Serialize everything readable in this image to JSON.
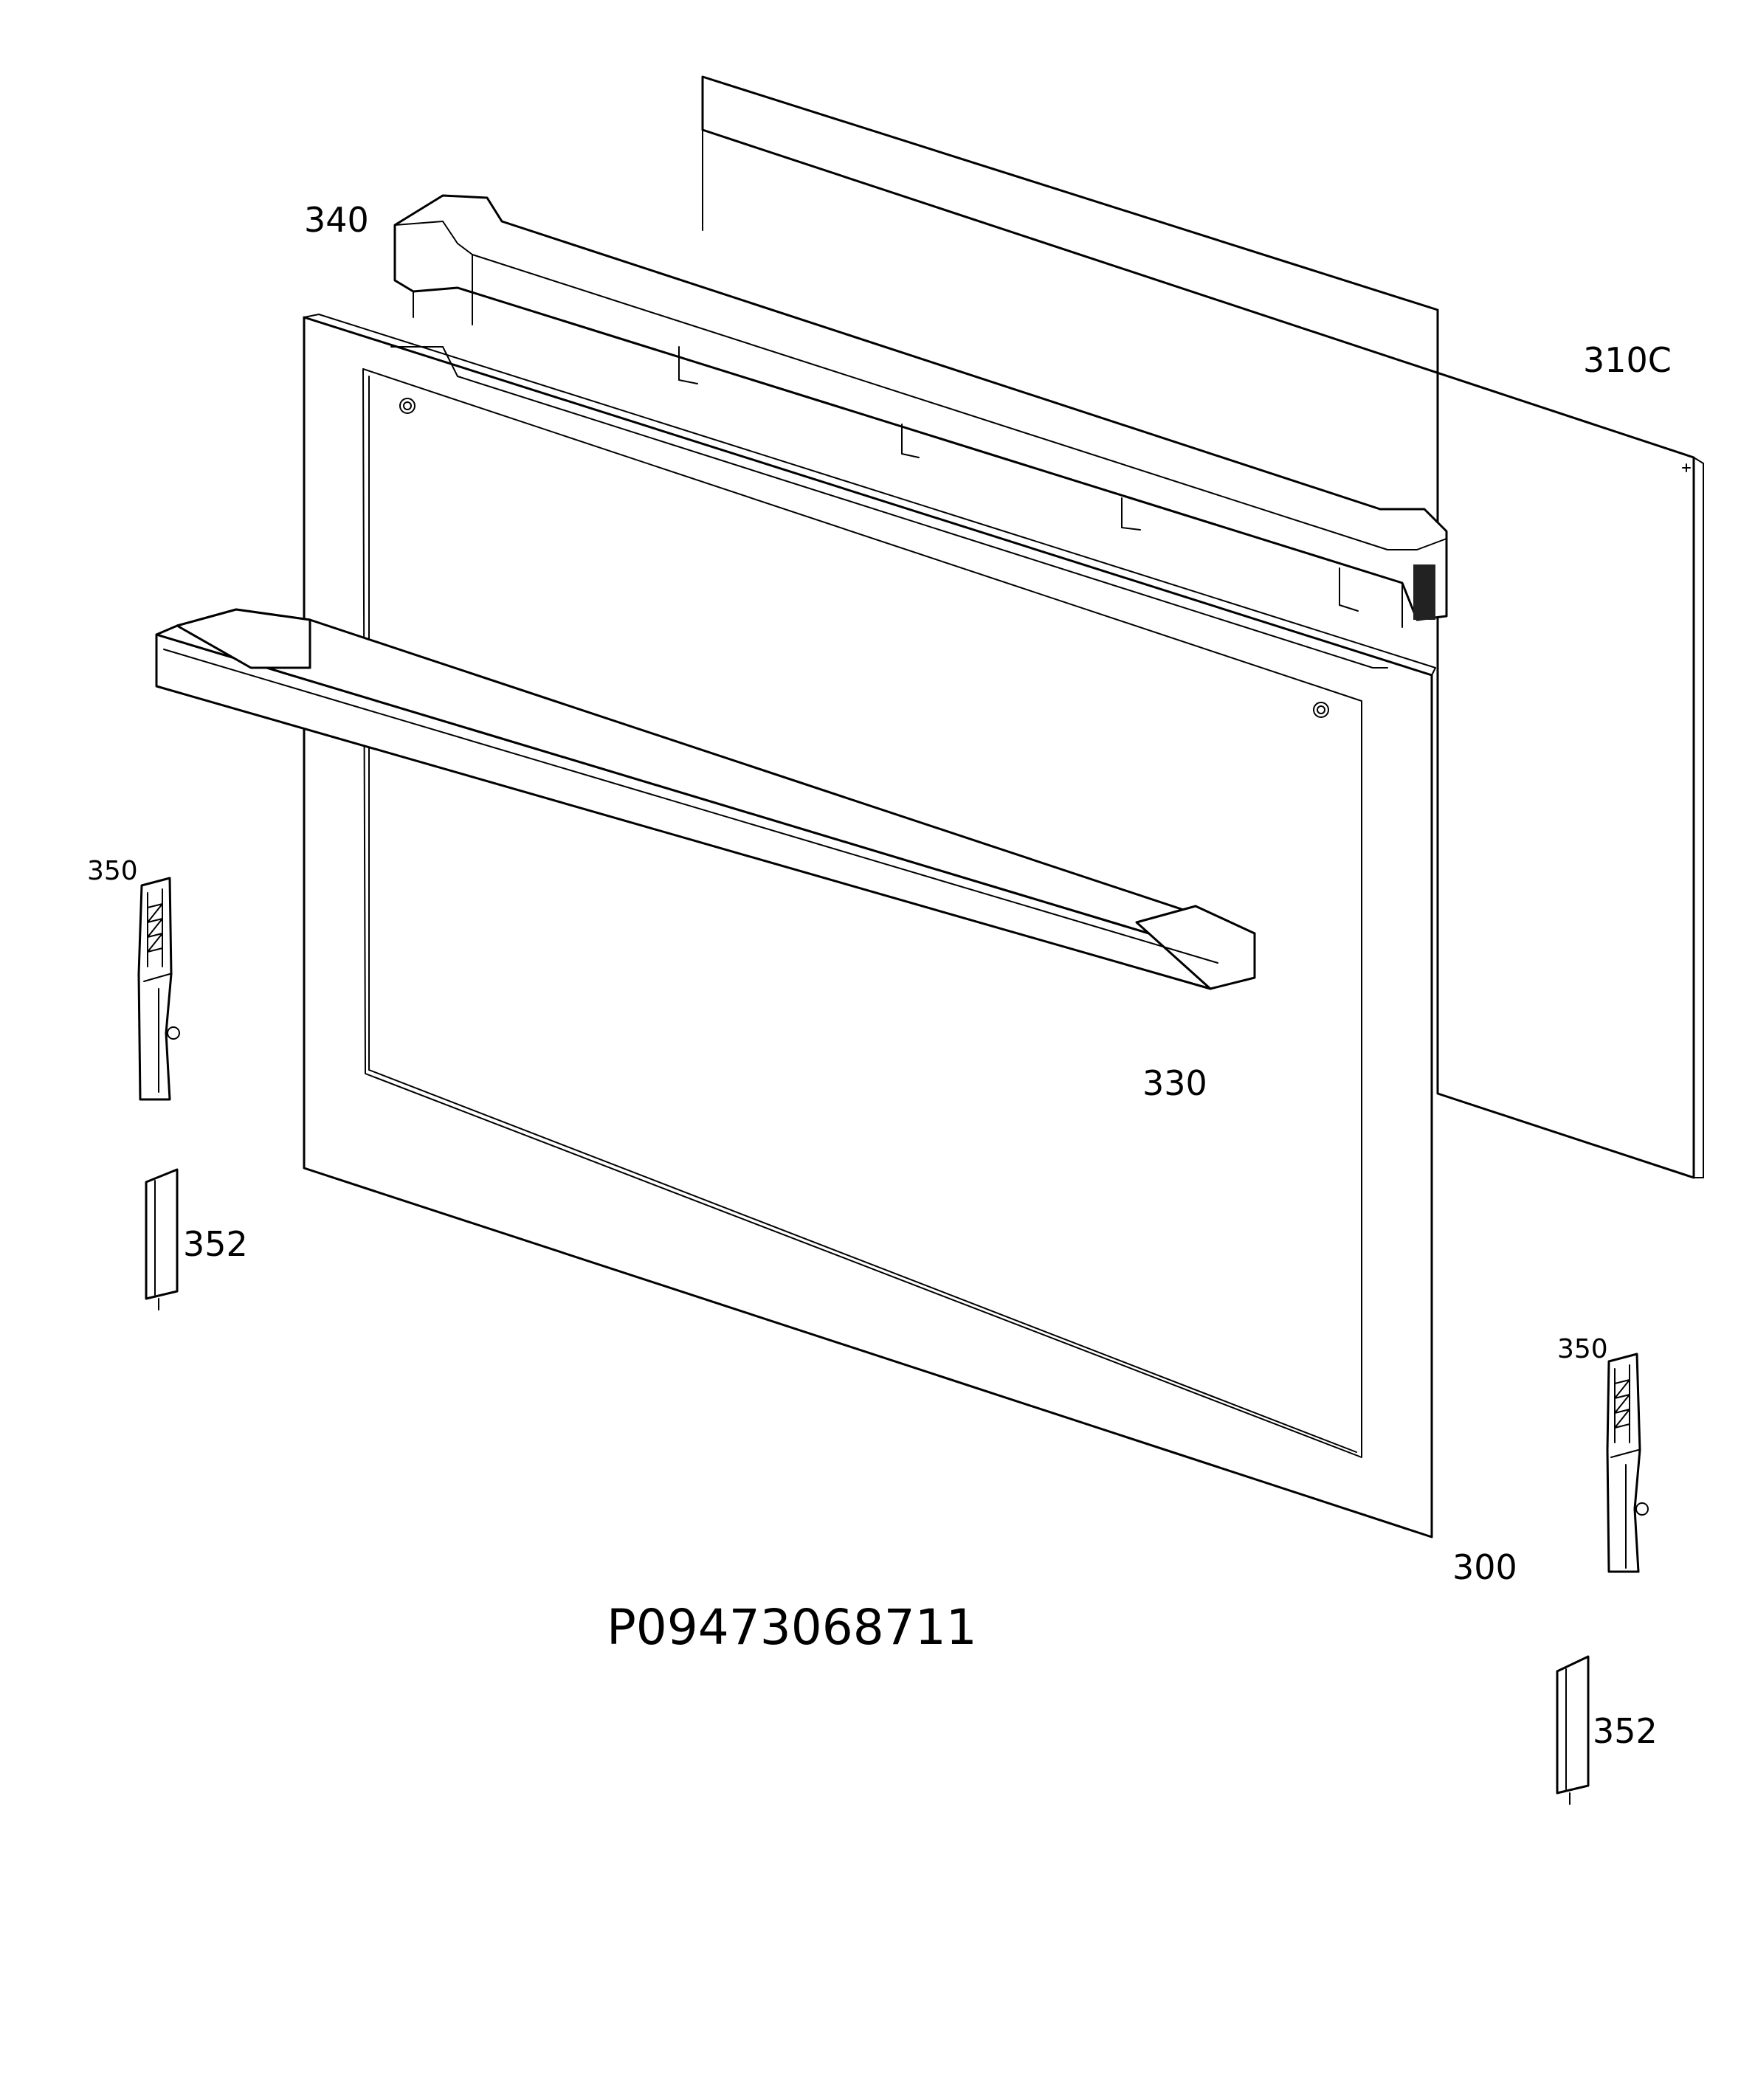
{
  "labels": {
    "hinge_cover": "340",
    "inner_glass": "310C",
    "handle": "330",
    "door_panel": "300",
    "hinge_left": "350",
    "hinge_right": "350",
    "hinge_bracket_left": "352",
    "hinge_bracket_right": "352"
  },
  "document_code": "P09473068711"
}
